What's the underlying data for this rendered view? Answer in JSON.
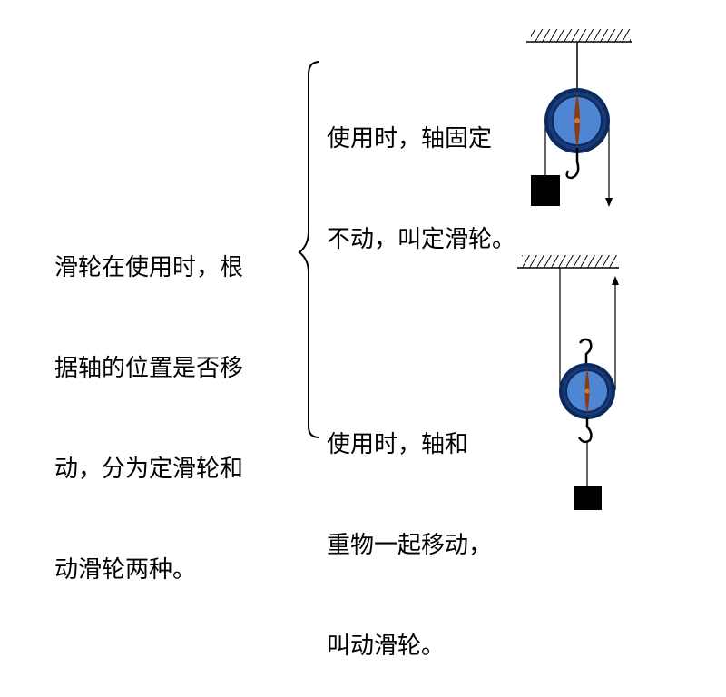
{
  "intro": {
    "lines": [
      "滑轮在使用时，根",
      "据轴的位置是否移",
      "动，分为定滑轮和",
      "动滑轮两种。"
    ]
  },
  "fixed_pulley": {
    "lines": [
      "使用时，轴固定",
      "不动，叫定滑轮。"
    ]
  },
  "movable_pulley": {
    "lines": [
      "使用时，轴和",
      "重物一起移动，",
      "叫动滑轮。"
    ]
  },
  "colors": {
    "pulley_outer": "#0d2a5e",
    "pulley_inner": "#4f86d4",
    "axle": "#8b3a12",
    "weight": "#000000"
  }
}
